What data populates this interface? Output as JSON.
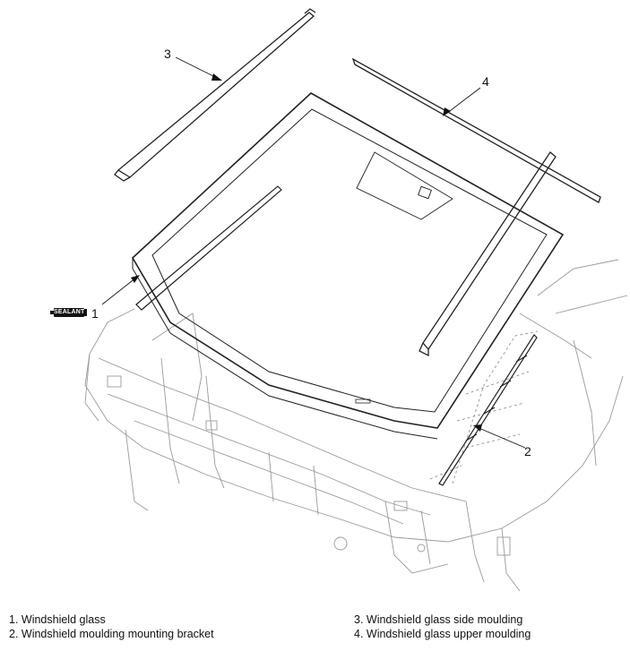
{
  "callouts": {
    "c1": "1",
    "c2": "2",
    "c3": "3",
    "c4": "4"
  },
  "sealant_label": "SEALANT",
  "legend": {
    "left": [
      "1. Windshield glass",
      "2. Windshield moulding mounting bracket"
    ],
    "right": [
      "3. Windshield glass side moulding",
      "4. Windshield glass upper moulding"
    ]
  }
}
